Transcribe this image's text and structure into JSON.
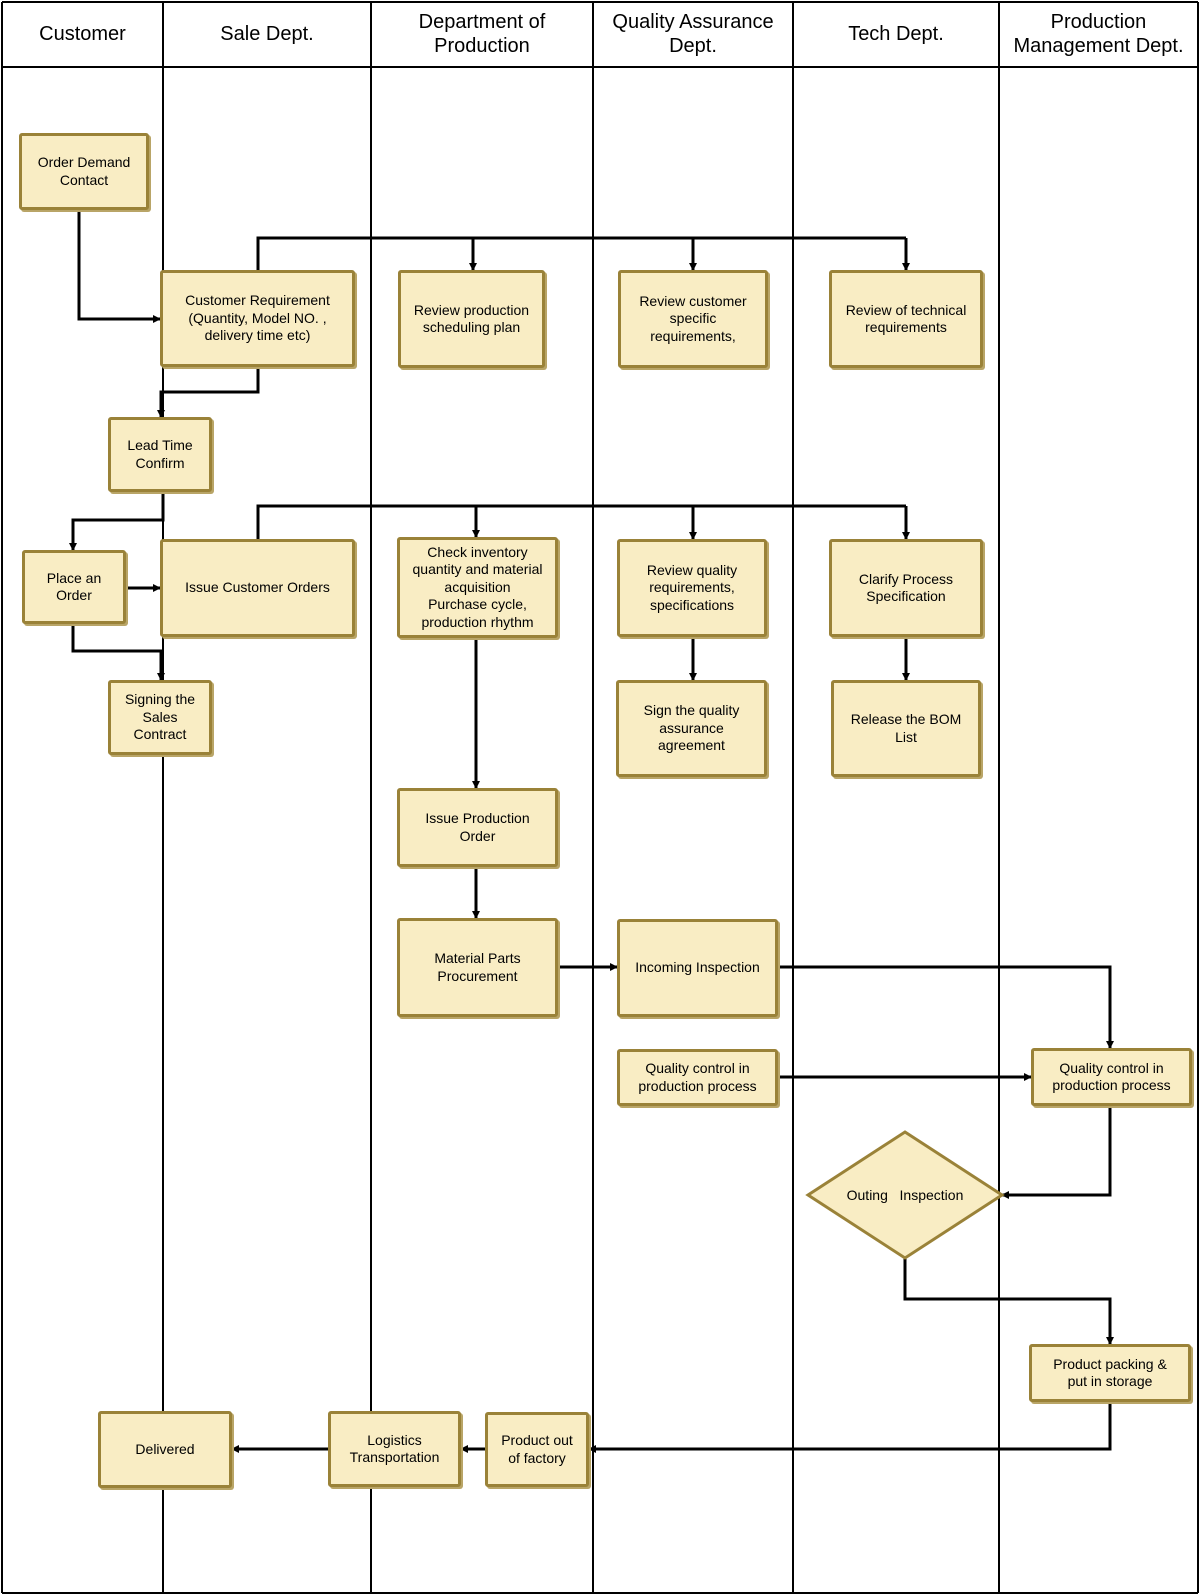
{
  "lanes": [
    {
      "id": "customer",
      "label": "Customer"
    },
    {
      "id": "sale",
      "label": "Sale  Dept."
    },
    {
      "id": "production",
      "label": "Department of\nProduction"
    },
    {
      "id": "qa",
      "label": "Quality  Assurance\nDept."
    },
    {
      "id": "tech",
      "label": "Tech    Dept."
    },
    {
      "id": "pm",
      "label": "Production\nManagement Dept."
    }
  ],
  "nodes": {
    "order_demand": "Order Demand\nContact",
    "customer_requirement": "Customer Requirement\n(Quantity, Model NO. ,\ndelivery time etc)",
    "review_production": "Review production\nscheduling plan",
    "review_customer": "Review customer\nspecific\nrequirements,",
    "review_technical": "Review of technical\nrequirements",
    "lead_time": "Lead Time\nConfirm",
    "place_order": "Place an\nOrder",
    "issue_customer_orders": "Issue Customer Orders",
    "check_inventory": "Check inventory\nquantity and material\nacquisition\nPurchase cycle,\nproduction rhythm",
    "review_quality": "Review quality\nrequirements,\nspecifications",
    "clarify_process": "Clarify Process\nSpecification",
    "signing_contract": "Signing the\nSales\nContract",
    "sign_quality": "Sign the quality\nassurance\nagreement",
    "release_bom": "Release the BOM\nList",
    "issue_production_order": "Issue Production\nOrder",
    "material_parts": "Material Parts\nProcurement",
    "incoming_inspection": "Incoming Inspection",
    "qc_qa": "Quality control in\nproduction process",
    "qc_pm": "Quality control in\nproduction process",
    "outing_inspection": "Outing   Inspection",
    "product_packing": "Product packing &\nput in storage",
    "delivered": "Delivered",
    "logistics": "Logistics\nTransportation",
    "product_out": "Product out\nof factory"
  },
  "colors": {
    "node_fill": "#f9edc4",
    "node_border": "#9a8238",
    "line": "#000000"
  }
}
